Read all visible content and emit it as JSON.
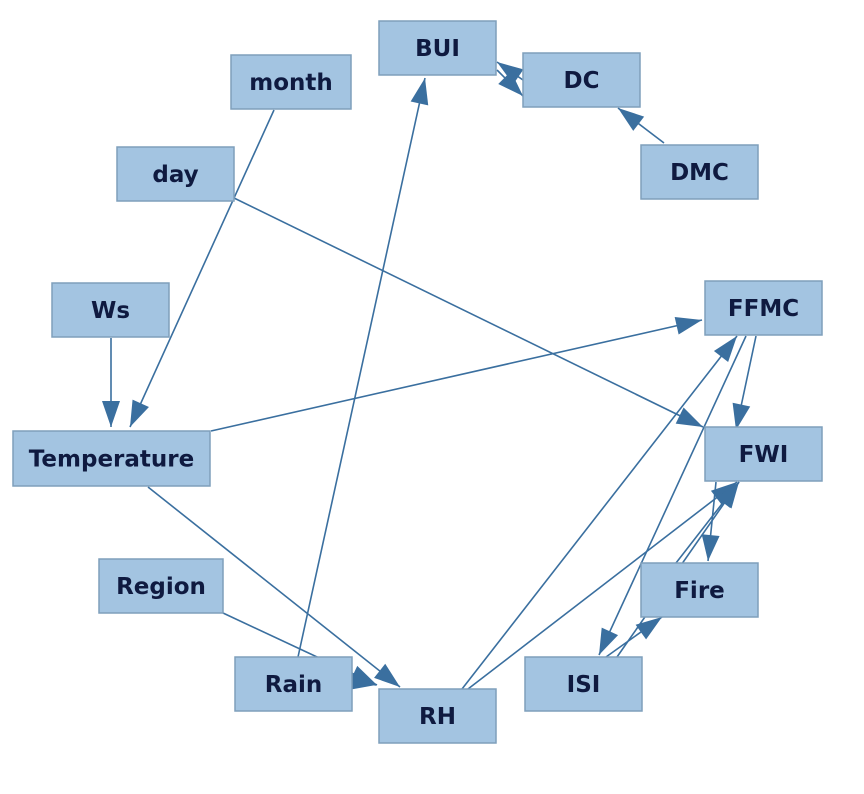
{
  "diagram": {
    "nodes": [
      {
        "id": "BUI",
        "label": "BUI"
      },
      {
        "id": "DC",
        "label": "DC"
      },
      {
        "id": "DMC",
        "label": "DMC"
      },
      {
        "id": "month",
        "label": "month"
      },
      {
        "id": "day",
        "label": "day"
      },
      {
        "id": "Ws",
        "label": "Ws"
      },
      {
        "id": "FFMC",
        "label": "FFMC"
      },
      {
        "id": "Temperature",
        "label": "Temperature"
      },
      {
        "id": "FWI",
        "label": "FWI"
      },
      {
        "id": "Fire",
        "label": "Fire"
      },
      {
        "id": "Region",
        "label": "Region"
      },
      {
        "id": "Rain",
        "label": "Rain"
      },
      {
        "id": "RH",
        "label": "RH"
      },
      {
        "id": "ISI",
        "label": "ISI"
      }
    ],
    "edges": [
      {
        "from": "DC",
        "to": "BUI"
      },
      {
        "from": "DMC",
        "to": "DC"
      },
      {
        "from": "BUI",
        "to": "DC"
      },
      {
        "from": "month",
        "to": "Temperature"
      },
      {
        "from": "Ws",
        "to": "Temperature"
      },
      {
        "from": "day",
        "to": "FWI"
      },
      {
        "from": "Temperature",
        "to": "FFMC"
      },
      {
        "from": "Temperature",
        "to": "RH"
      },
      {
        "from": "Rain",
        "to": "BUI"
      },
      {
        "from": "Region",
        "to": "RH"
      },
      {
        "from": "Rain",
        "to": "RH"
      },
      {
        "from": "RH",
        "to": "FFMC"
      },
      {
        "from": "RH",
        "to": "FWI"
      },
      {
        "from": "FFMC",
        "to": "ISI"
      },
      {
        "from": "FFMC",
        "to": "Fire"
      },
      {
        "from": "FWI",
        "to": "Fire"
      },
      {
        "from": "Fire",
        "to": "FWI"
      },
      {
        "from": "ISI",
        "to": "Fire"
      },
      {
        "from": "ISI",
        "to": "FWI"
      }
    ]
  }
}
